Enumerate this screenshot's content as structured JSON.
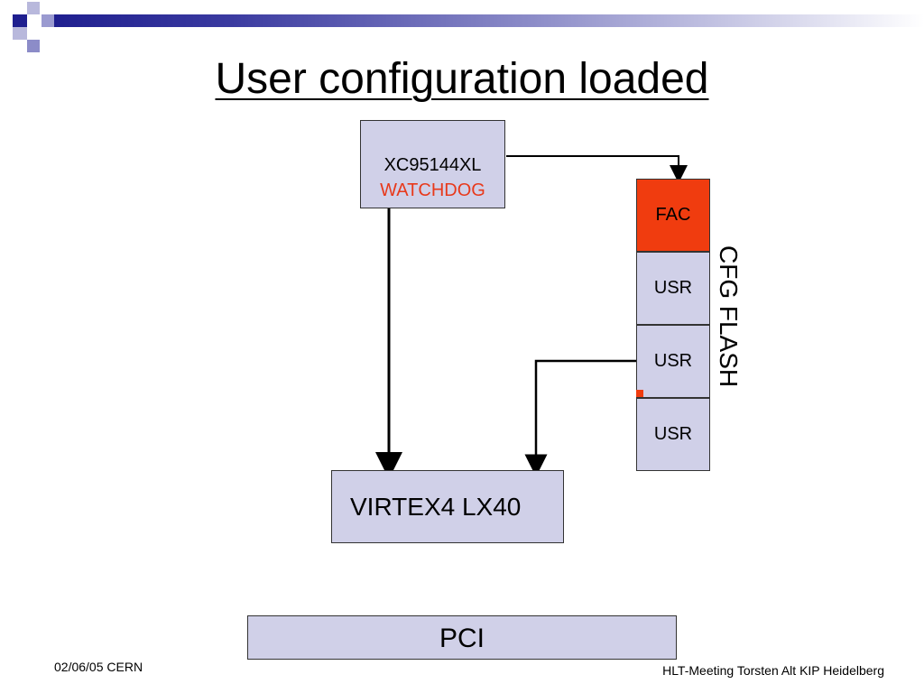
{
  "slide": {
    "title": "User configuration loaded",
    "footer_left": "02/06/05 CERN",
    "footer_right": "HLT-Meeting Torsten Alt KIP Heidelberg"
  },
  "diagram": {
    "cpld": {
      "label": "XC95144XL",
      "sublabel": "WATCHDOG"
    },
    "flash": {
      "label": "CFG FLASH",
      "cells": [
        "FAC",
        "USR",
        "USR",
        "USR"
      ]
    },
    "fpga": {
      "label": "VIRTEX4 LX40"
    },
    "bus": {
      "label": "PCI"
    }
  },
  "colors": {
    "box_fill": "#d0d0e8",
    "fac_fill": "#f03c0f",
    "watchdog_text": "#e8391b",
    "header_bar": "#1f1f8f"
  }
}
